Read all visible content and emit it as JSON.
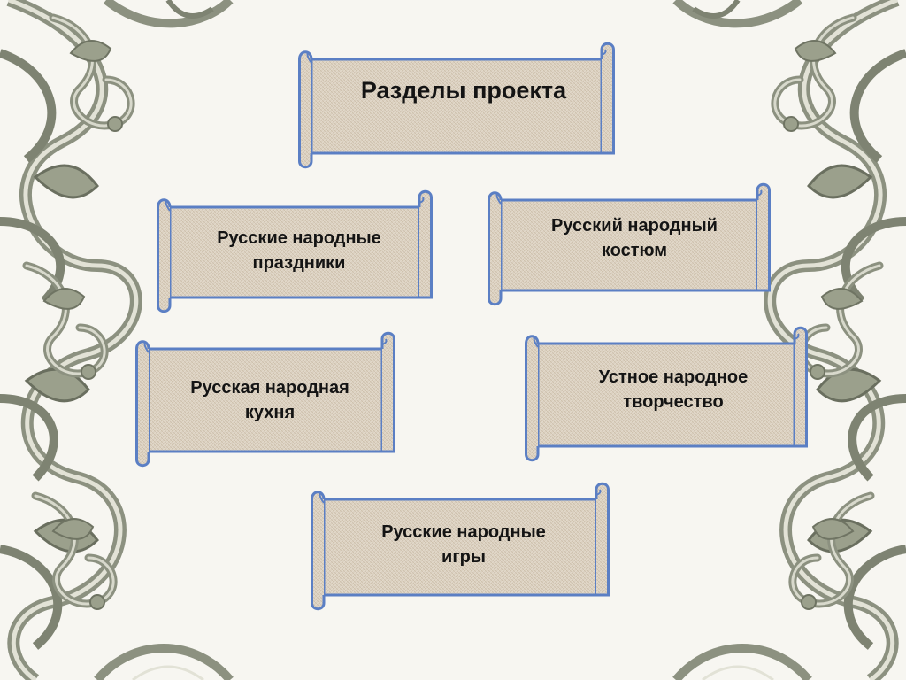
{
  "title": "Разделы проекта",
  "sections": [
    "Русские народные\nпраздники",
    "Русский народный\nкостюм",
    "Русская народная\nкухня",
    "Устное народное\nтворчество",
    "Русские народные\nигры"
  ],
  "colors": {
    "background": "#f7f6f1",
    "scroll_fill": "#dcd2c2",
    "scroll_border": "#5b7fc4",
    "ornament": "#8c9180"
  }
}
